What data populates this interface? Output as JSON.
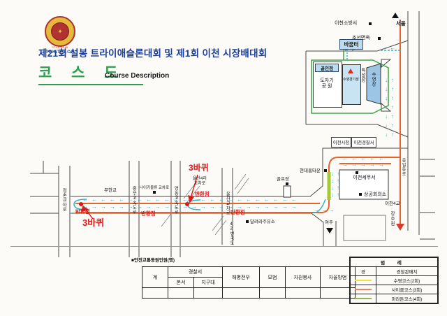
{
  "header": {
    "title": "제21회 설봉 트라이애슬론대회 및 제1회 이천 시장배대회",
    "course_title_ko": "코 스 도",
    "course_title_en": "Course Description",
    "logo_sub": "271-8784-86",
    "logo_text": "TRIATHLON"
  },
  "colors": {
    "title_blue": "#1b3f9e",
    "course_green": "#2f9e4e",
    "teal_arrows": "#2fb3c3",
    "cycle_orange": "#e8622a",
    "mark_red": "#d91c1c",
    "highlight_green": "#a6c832"
  },
  "map": {
    "directions": {
      "seoul": "서울",
      "yeoju": "여주",
      "janghowon": "장호원"
    },
    "labels": {
      "fire_station": "이천소방서",
      "noodle_house": "조선면옥",
      "transition": "바꿈터",
      "finish_point": "골인점",
      "ceramic_park": "도자기\n공 원",
      "swim_stadium": "수영경기장",
      "special_stand": "특설장",
      "pool": "수영장",
      "city_hall": "이천시청",
      "police_station": "이천경찰서",
      "tax_office": "이천세무서",
      "chamber": "상공회의소",
      "hometown_apt": "현대홈타운",
      "golf_range": "골프장",
      "gas_station": "달려라주유소",
      "nike_cross": "나이키물류 교차로",
      "muhan_bridge": "무한교",
      "jungbu_expwy": "중부고속도로",
      "yeongdong_expwy": "영동고속도로",
      "jeongchon_cross": "정촌교차로",
      "yulsan_cross": "율산교차로",
      "route42": "42번국도",
      "yulsan4ri_cross": "율산4리\n교차로",
      "jungil_road": "증일동로",
      "icheon_bridge": "이천4교"
    },
    "course": {
      "turnaround": "반환점",
      "laps3": "3바퀴"
    },
    "arrows": {
      "main_left": "←←←←←←←←←←←←←←←←←←←←←←←←",
      "main_right": "→→→→→→→→→→→→→→→→→→→→→→→→",
      "block_left": "←←←←←",
      "block_right": "→→→→→",
      "col_down": "↓\n↓\n↓\n↓",
      "col_up": "↑\n↑\n↑\n↑",
      "right_down": "↓\n↓\n↓\n↓\n↓\n↓\n↓",
      "right_up": "↑\n↑\n↑\n↑\n↑\n↑\n↑",
      "top_left": "←←",
      "hook_right": "→→→"
    }
  },
  "staff_table": {
    "caption": "■안전교통동원인원(명)",
    "col_total": "계",
    "col_police": "경찰서",
    "col_police_main": "본서",
    "col_police_district": "지구대",
    "col_marines": "해병전우",
    "col_model": "모범",
    "col_volunteer": "자원봉사",
    "col_patrol": "자율방범"
  },
  "legend": {
    "title": "범    례",
    "row_police_symbol": "경",
    "row_police": "경찰관배치",
    "row_swim": "수영코스(2회)",
    "row_cycle": "사이클코스(3회)",
    "row_run": "마라톤코스(4회)",
    "swim_color": "#f2e23c",
    "cycle_color": "#e8825a",
    "run_color": "#8cb84c"
  }
}
